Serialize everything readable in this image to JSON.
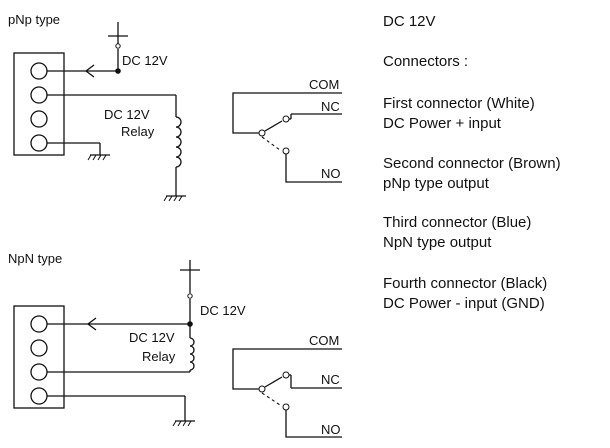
{
  "pnp": {
    "title": "pNp type",
    "supply_label": "DC 12V",
    "relay_line1": "DC 12V",
    "relay_line2": "Relay",
    "com_label": "COM",
    "nc_label": "NC",
    "no_label": "NO"
  },
  "npn": {
    "title": "NpN type",
    "supply_label": "DC 12V",
    "relay_line1": "DC 12V",
    "relay_line2": "Relay",
    "com_label": "COM",
    "nc_label": "NC",
    "no_label": "NO"
  },
  "info": {
    "supply": "DC 12V",
    "connectors_heading": "Connectors :",
    "items": [
      {
        "name": "First connector (White)",
        "desc": "DC Power + input"
      },
      {
        "name": "Second connector (Brown)",
        "desc": "pNp type output"
      },
      {
        "name": "Third connector (Blue)",
        "desc": "NpN type output"
      },
      {
        "name": "Fourth connector (Black)",
        "desc": "DC Power - input (GND)"
      }
    ]
  }
}
